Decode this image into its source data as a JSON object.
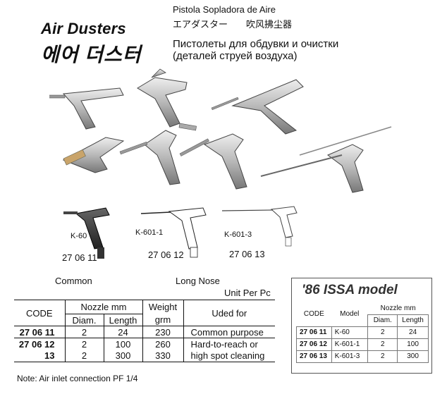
{
  "header": {
    "title_en": "Air Dusters",
    "title_ko": "에어 더스터",
    "multilang": {
      "es": "Pistola Sopladora de Aire",
      "jp": "エアダスター　　吹风拂尘器",
      "ru_line1": "Пистолеты для обдувки и очистки",
      "ru_line2": "(деталей струей воздуха)"
    }
  },
  "models": [
    {
      "model": "K-60",
      "code": "27 06 11"
    },
    {
      "model": "K-601-1",
      "code": "27 06 12"
    },
    {
      "model": "K-601-3",
      "code": "27 06 13"
    }
  ],
  "groups": {
    "common": "Common",
    "long_nose": "Long Nose",
    "unit": "Unit Per Pc"
  },
  "spec_table": {
    "headers": {
      "code": "CODE",
      "nozzle": "Nozzle mm",
      "diam": "Diam.",
      "length": "Length",
      "weight": "Weight",
      "weight_unit": "grm",
      "used_for": "Uded for"
    },
    "rows": [
      {
        "code": "27 06 11",
        "diam": "2",
        "length": "24",
        "weight": "230",
        "used": "Common purpose"
      },
      {
        "code": "27 06 12",
        "diam": "2",
        "length": "100",
        "weight": "260",
        "used": "Hard-to-reach or"
      },
      {
        "code": "13",
        "diam": "2",
        "length": "300",
        "weight": "330",
        "used": "high spot cleaning"
      }
    ]
  },
  "note": "Note:  Air inlet connection PF 1/4",
  "issa": {
    "title": "'86 ISSA model",
    "headers": {
      "code": "CODE",
      "model": "Model",
      "nozzle": "Nozzle mm",
      "diam": "Diam.",
      "length": "Length"
    },
    "rows": [
      {
        "code": "27 06 11",
        "model": "K-60",
        "diam": "2",
        "length": "24"
      },
      {
        "code": "27 06 12",
        "model": "K-601-1",
        "diam": "2",
        "length": "100"
      },
      {
        "code": "27 06 13",
        "model": "K-601-3",
        "diam": "2",
        "length": "300"
      }
    ]
  }
}
